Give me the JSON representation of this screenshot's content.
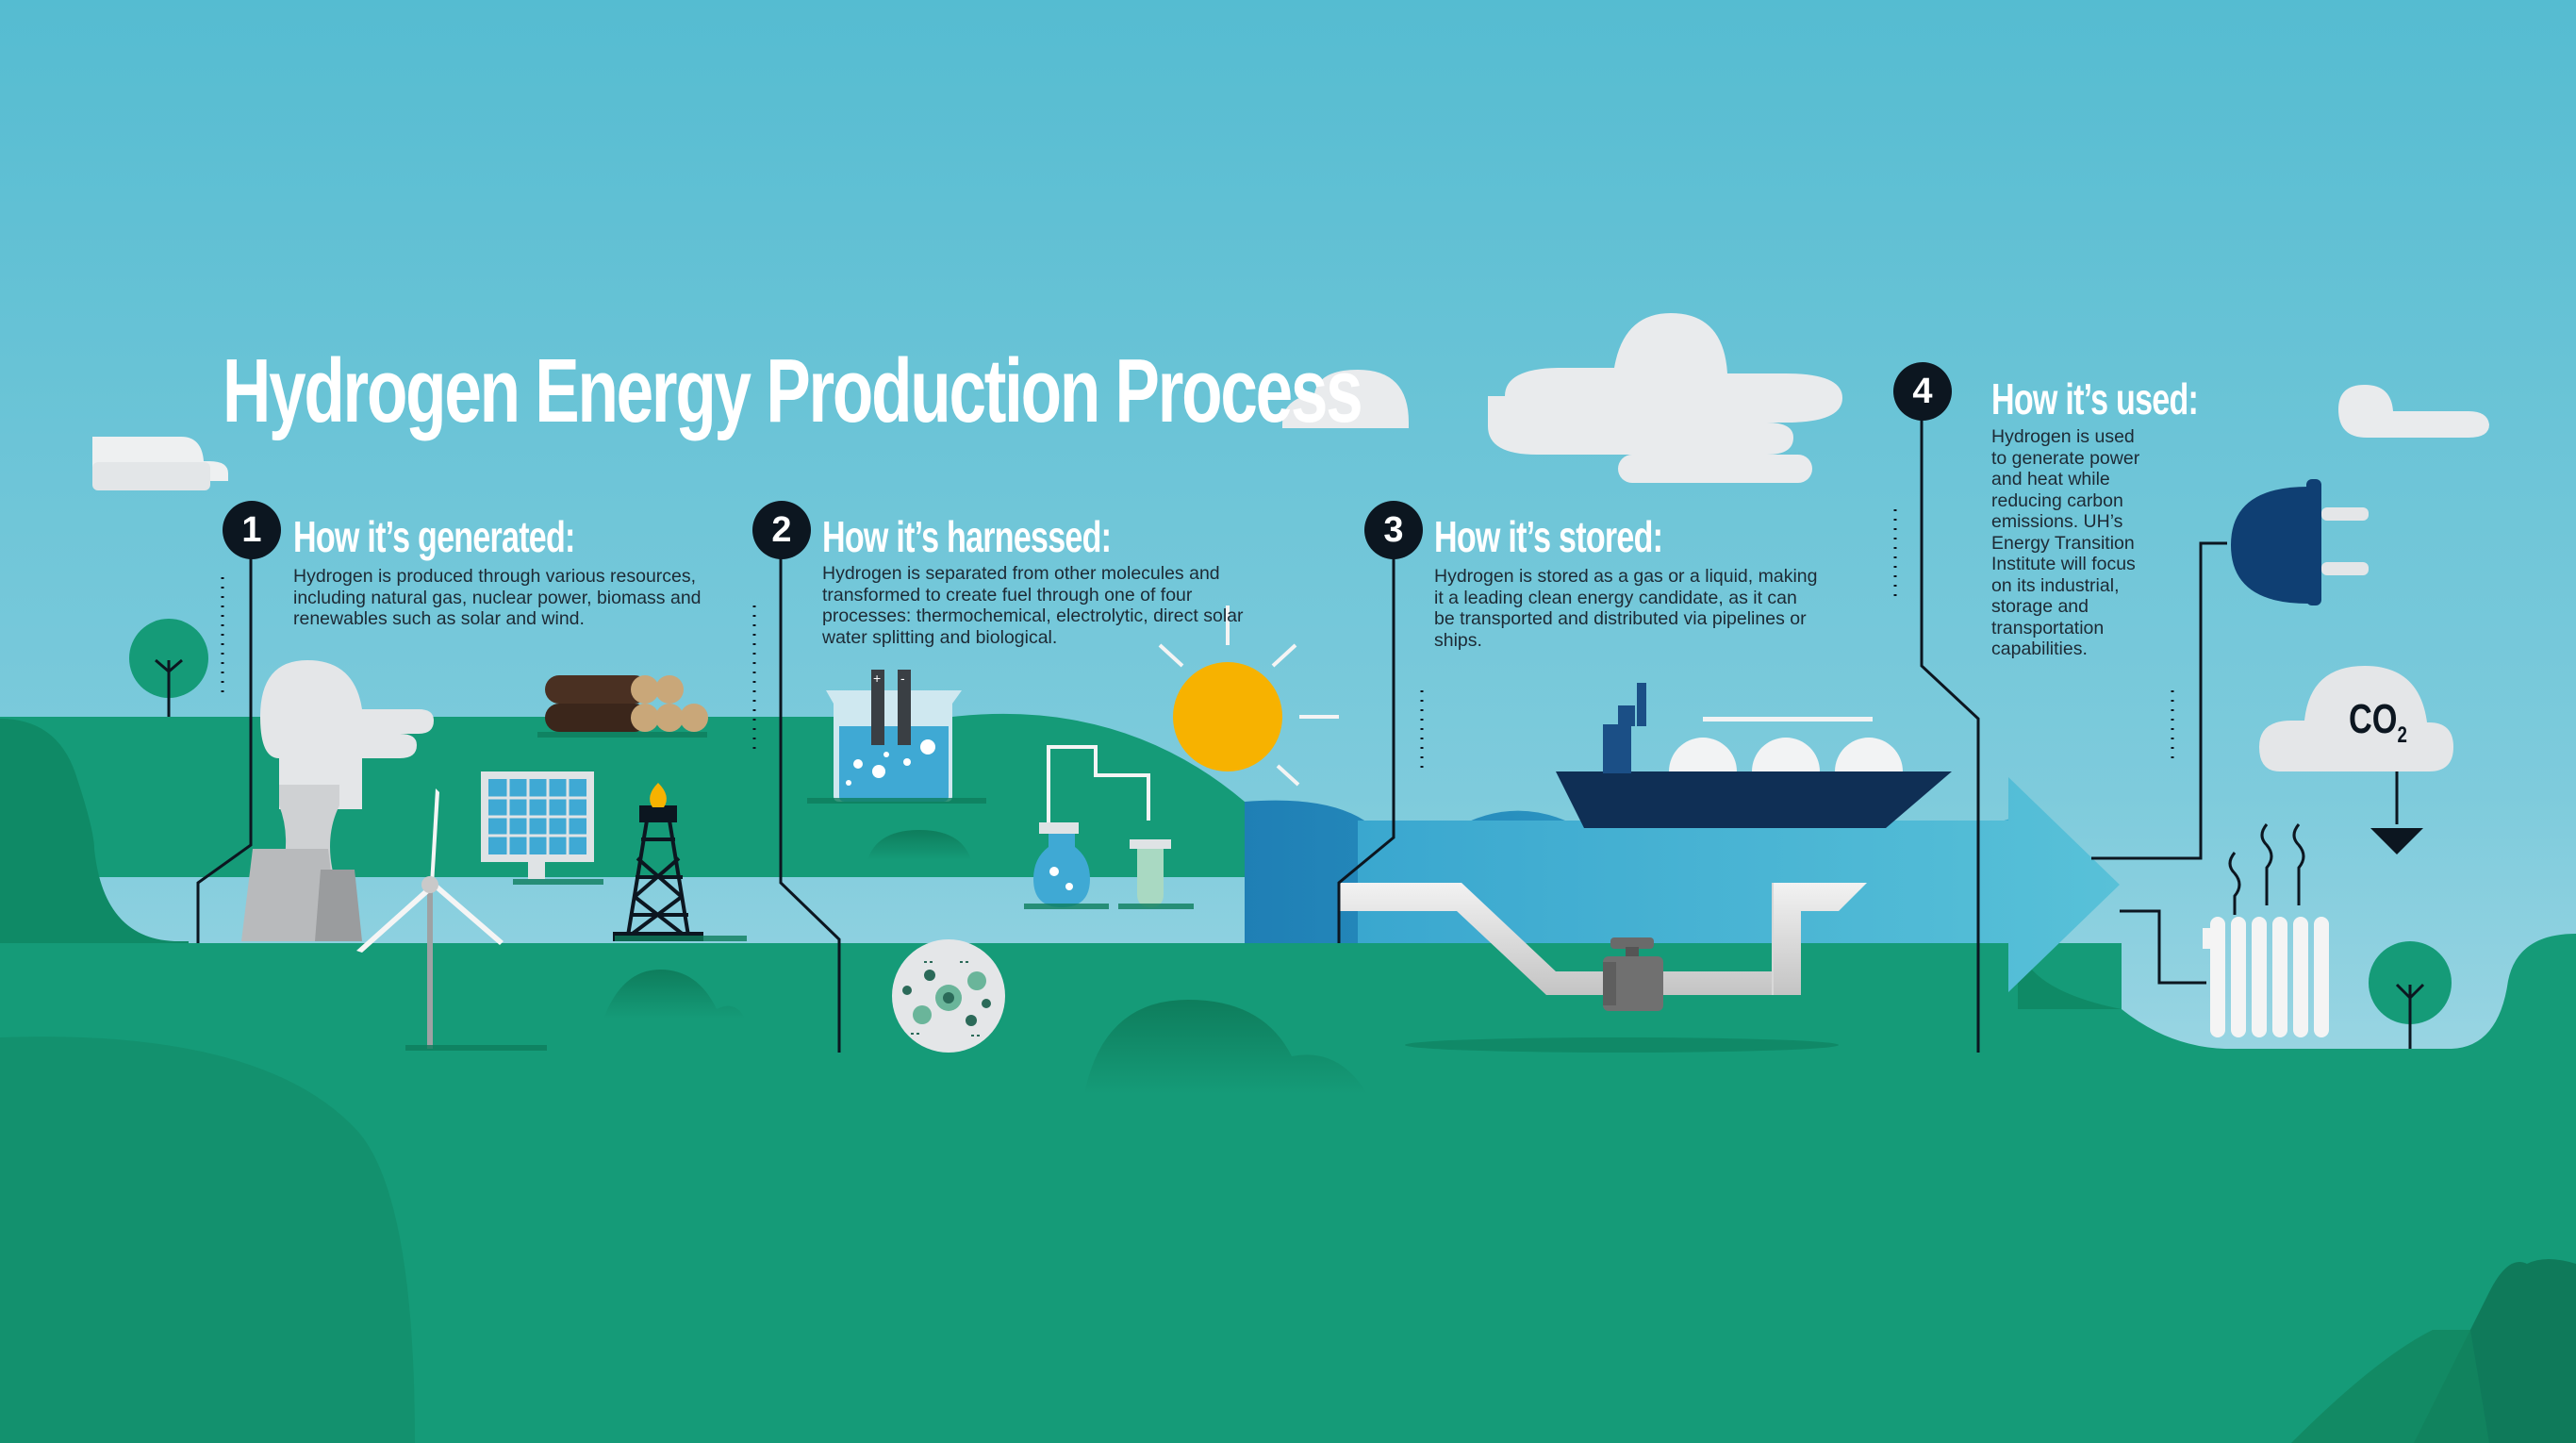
{
  "title": "Hydrogen Energy Production Process",
  "colors": {
    "sky_top": "#55bcd1",
    "sky_bottom": "#b6dfe9",
    "grass": "#159b78",
    "grass_dark": "#0f8260",
    "water": "#2a93c4",
    "ship": "#0f2f55",
    "sun": "#f7b200",
    "badge": "#0c1620"
  },
  "steps": [
    {
      "number": "1",
      "heading": "How it’s generated:",
      "text": "Hydrogen is produced through various resources, including natural gas, nuclear power, biomass and renewables such as solar and wind."
    },
    {
      "number": "2",
      "heading": "How it’s harnessed:",
      "text": "Hydrogen is separated from other molecules and transformed to create fuel through one of four processes: thermochemical, electrolytic, direct solar water splitting and biological."
    },
    {
      "number": "3",
      "heading": "How it’s stored:",
      "text": "Hydrogen is stored as a gas or a liquid, making it a leading clean energy candidate, as it can be transported and distributed via pipelines or ships."
    },
    {
      "number": "4",
      "heading": "How it’s used:",
      "text": "Hydrogen is used to generate power and heat while reducing carbon emissions. UH’s Energy Transition Institute will focus on its industrial, storage and transportation capabilities."
    }
  ],
  "co2": {
    "main": "CO",
    "sub": "2"
  },
  "icons": [
    "nuclear-plant-icon",
    "wind-turbine-icon",
    "solar-panel-icon",
    "oil-rig-icon",
    "logs-icon",
    "tree-icon",
    "electrolysis-beaker-icon",
    "flask-icon",
    "test-tube-icon",
    "sun-icon",
    "molecule-icon",
    "tanker-ship-icon",
    "pipeline-icon",
    "valve-icon",
    "flow-arrow-icon",
    "plug-icon",
    "co2-cloud-icon",
    "down-arrow-icon",
    "radiator-icon",
    "cloud-icon"
  ]
}
